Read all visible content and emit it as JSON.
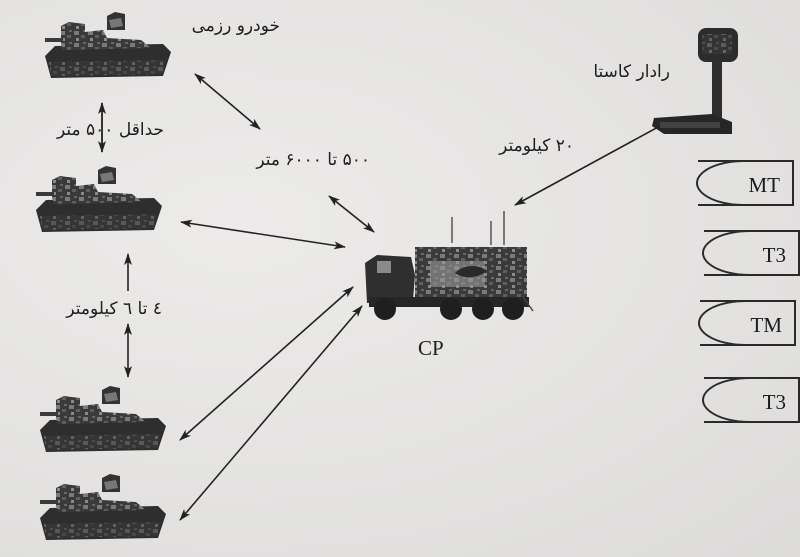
{
  "diagram": {
    "title_labels": {
      "combat_vehicle": "خودرو رزمی",
      "min_spacing": "حداقل ۵۰۰ متر",
      "vehicle_to_cp_range": "۵۰۰ تا ۶۰۰۰ متر",
      "vehicle_spacing_km": "٤ تا ٦ کیلومتر",
      "radar": "رادار کاستا",
      "radar_to_cp": "۲۰ کیلومتر",
      "command_post": "CP"
    },
    "nodes": [
      {
        "id": "combat-vehicle-1",
        "type": "combat-vehicle-icon"
      },
      {
        "id": "combat-vehicle-2",
        "type": "combat-vehicle-icon"
      },
      {
        "id": "combat-vehicle-3",
        "type": "combat-vehicle-icon"
      },
      {
        "id": "combat-vehicle-4",
        "type": "combat-vehicle-icon"
      },
      {
        "id": "command-post-truck",
        "type": "truck-icon",
        "label": "CP"
      },
      {
        "id": "kasta-radar",
        "type": "radar-icon",
        "label": "رادار کاستا"
      }
    ],
    "ammo_types": [
      "MT",
      "T3",
      "TM",
      "T3"
    ],
    "edges": [
      {
        "from": "combat-vehicle-1",
        "to": "combat-vehicle-2",
        "label": "حداقل ۵۰۰ متر",
        "bidirectional": true
      },
      {
        "from": "combat-vehicle-1",
        "to": "command-post-truck",
        "label": "۵۰۰ تا ۶۰۰۰ متر",
        "bidirectional": true
      },
      {
        "from": "combat-vehicle-2",
        "to": "command-post-truck",
        "bidirectional": true
      },
      {
        "from": "combat-vehicle-2",
        "to": "combat-vehicle-3",
        "label": "٤ تا ٦ کیلومتر",
        "bidirectional": true
      },
      {
        "from": "command-post-truck",
        "to": "combat-vehicle-3",
        "bidirectional": true
      },
      {
        "from": "command-post-truck",
        "to": "combat-vehicle-4",
        "bidirectional": true
      },
      {
        "from": "kasta-radar",
        "to": "command-post-truck",
        "label": "۲۰ کیلومتر",
        "bidirectional": false
      }
    ]
  }
}
